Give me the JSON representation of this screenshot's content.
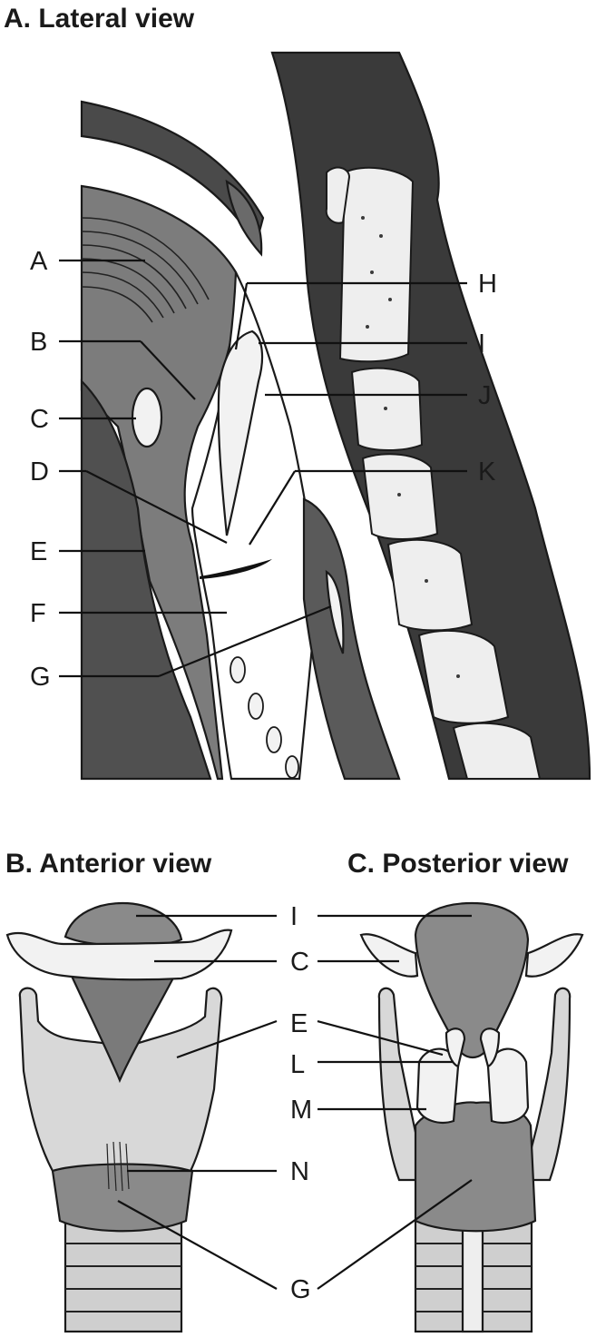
{
  "titles": {
    "lateral": "A. Lateral view",
    "anterior": "B. Anterior view",
    "posterior": "C. Posterior view"
  },
  "lateral_labels": {
    "left": [
      "A",
      "B",
      "C",
      "D",
      "E",
      "F",
      "G"
    ],
    "right": [
      "H",
      "I",
      "J",
      "K"
    ]
  },
  "anterior_labels": [
    "I",
    "C",
    "E",
    "N",
    "G"
  ],
  "posterior_labels": [
    "E",
    "L",
    "M"
  ]
}
